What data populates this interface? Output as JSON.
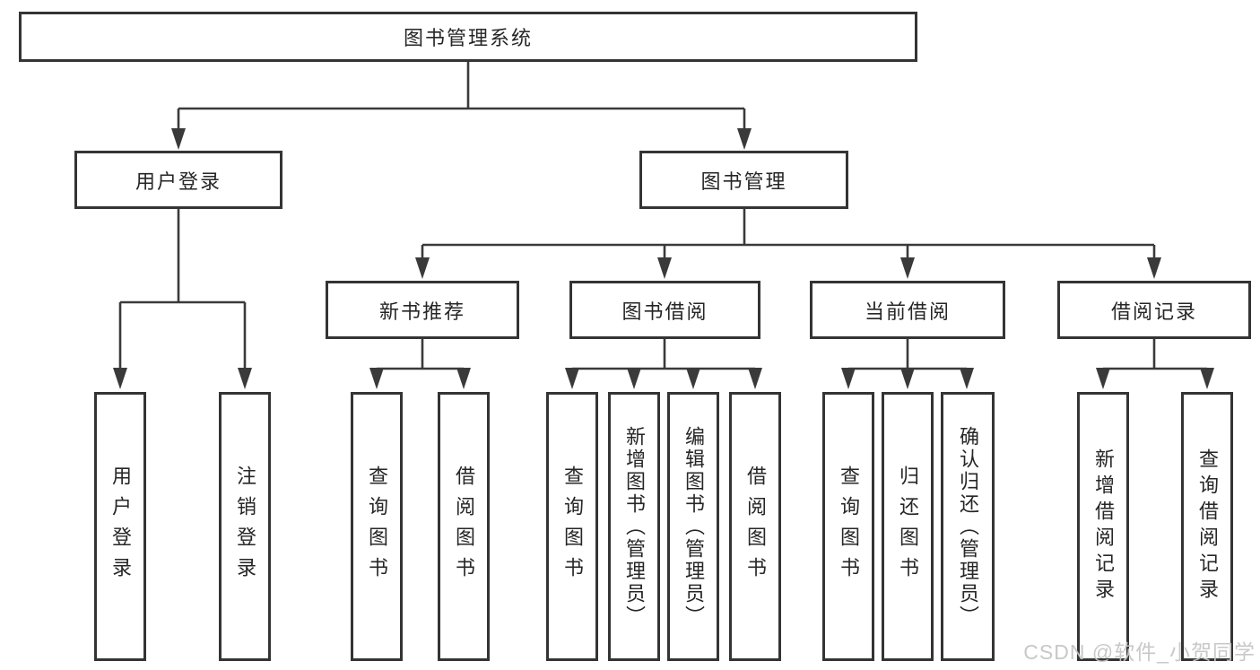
{
  "diagram": {
    "title": "图书管理系统",
    "colors": {
      "line": "#3a3a3a",
      "border": "#343434",
      "text": "#262626",
      "background": "#ffffff",
      "watermark": "#c5c5c5"
    },
    "level2": {
      "user_login": {
        "label": "用户登录"
      },
      "book_management": {
        "label": "图书管理"
      }
    },
    "level3": {
      "new_book_recommend": {
        "label": "新书推荐"
      },
      "book_borrow": {
        "label": "图书借阅"
      },
      "current_borrow": {
        "label": "当前借阅"
      },
      "borrow_records": {
        "label": "借阅记录"
      }
    },
    "leaves": {
      "login_user_login": {
        "label": "用户登录"
      },
      "login_logout": {
        "label": "注销登录"
      },
      "recommend_query_book": {
        "label": "查询图书"
      },
      "recommend_borrow_book": {
        "label": "借阅图书"
      },
      "borrow_query_book": {
        "label": "查询图书"
      },
      "borrow_add_book": {
        "label": "新增图书（管理员）"
      },
      "borrow_edit_book": {
        "label": "编辑图书（管理员）"
      },
      "borrow_borrow_book": {
        "label": "借阅图书"
      },
      "current_query_book": {
        "label": "查询图书"
      },
      "current_return_book": {
        "label": "归还图书"
      },
      "current_confirm_return": {
        "label": "确认归还（管理员）"
      },
      "records_add_record": {
        "label": "新增借阅记录"
      },
      "records_query_record": {
        "label": "查询借阅记录"
      }
    },
    "watermark": "CSDN @软件_小贺同学"
  }
}
